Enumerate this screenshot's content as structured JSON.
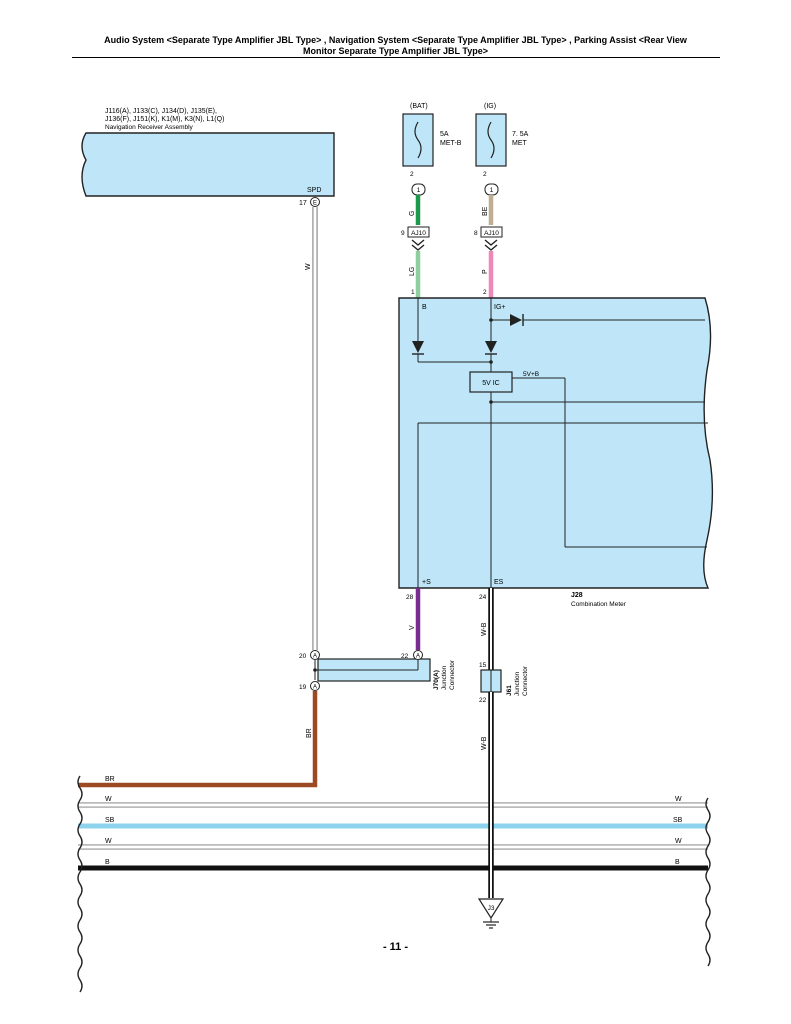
{
  "header": {
    "title_line1": "Audio System <Separate Type Amplifier JBL Type> , Navigation System <Separate Type Amplifier JBL Type> , Parking Assist <Rear View",
    "title_line2": "Monitor Separate Type Amplifier JBL Type>"
  },
  "page_number": "- 11 -",
  "colors": {
    "component_fill": "#bfe6f8",
    "wire_green": "#1a9a4a",
    "wire_light_green": "#8fcf9f",
    "wire_beige": "#bfae94",
    "wire_pink": "#ef87b8",
    "wire_violet": "#7b2c8f",
    "wire_brown": "#9c4a24",
    "wire_sky_blue": "#8dd3ee",
    "wire_black": "#111111",
    "wire_white_outline": "#777777"
  },
  "nav_receiver": {
    "connectors_line1": "J116(A), J133(C), J134(D), J135(E),",
    "connectors_line2": "J136(F), J151(K), K1(M), K3(N), L1(Q)",
    "name": "Navigation Receiver Assembly",
    "terminal_label": "SPD",
    "pin": "17",
    "connector_letter": "E",
    "wire_color": "W"
  },
  "fuse_bat": {
    "supply": "(BAT)",
    "rating": "5A",
    "name": "MET-B",
    "pin": "2",
    "connector": "1",
    "wire_color": "G"
  },
  "fuse_ig": {
    "supply": "(IG)",
    "rating": "7. 5A",
    "name": "MET",
    "pin": "2",
    "connector": "1",
    "wire_color": "BE"
  },
  "aj10_left": {
    "pin_in": "9",
    "label": "AJ10",
    "wire_color": "LG"
  },
  "aj10_right": {
    "pin_in": "8",
    "label": "AJ10",
    "wire_color": "P"
  },
  "combination_meter": {
    "connector": "J28",
    "name": "Combination Meter",
    "pin_b": "1",
    "term_b": "B",
    "pin_ig": "2",
    "term_ig": "IG+",
    "ic_label": "5V IC",
    "ic_supply": "5V+B",
    "term_s": "+S",
    "term_es": "ES",
    "pin_s": "28",
    "pin_es": "24",
    "wire_s": "V",
    "wire_es": "W-B"
  },
  "j70": {
    "connector": "J70(A)",
    "line2": "Junction",
    "line3": "Connector",
    "pin_tl": "20",
    "pin_tr": "22",
    "pin_bl": "19",
    "letter": "A",
    "wire_out": "BR"
  },
  "j61": {
    "connector": "J61",
    "line2": "Junction",
    "line3": "Connector",
    "pin_top": "15",
    "pin_bottom": "22",
    "wire_out": "W-B"
  },
  "bus": {
    "rows": [
      {
        "left": "BR",
        "right": ""
      },
      {
        "left": "W",
        "right": "W"
      },
      {
        "left": "SB",
        "right": "SB"
      },
      {
        "left": "W",
        "right": "W"
      },
      {
        "left": "B",
        "right": "B"
      }
    ]
  },
  "ground": {
    "label": "J3"
  }
}
